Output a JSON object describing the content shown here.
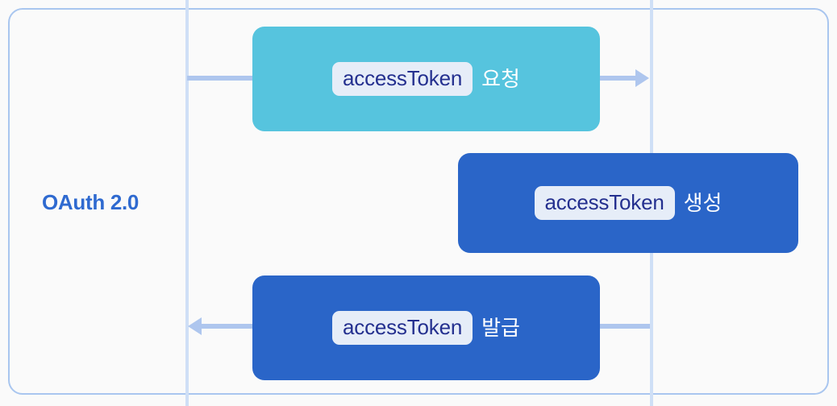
{
  "diagram": {
    "title": "OAuth 2.0",
    "frame": {
      "border_color": "#a9c6ef",
      "background": "#fafafa"
    },
    "lifelines": [
      {
        "name": "left-lifeline",
        "color": "#cfdff6"
      },
      {
        "name": "right-lifeline",
        "color": "#cfdff6"
      }
    ],
    "messages": [
      {
        "id": "request",
        "code": "accessToken",
        "label": "요청",
        "direction": "right",
        "color": "#56c4de"
      },
      {
        "id": "create",
        "code": "accessToken",
        "label": "생성",
        "direction": "self",
        "color": "#2a65c8"
      },
      {
        "id": "issue",
        "code": "accessToken",
        "label": "발급",
        "direction": "left",
        "color": "#2a65c8"
      }
    ],
    "colors": {
      "accent_cyan": "#56c4de",
      "accent_blue": "#2a65c8",
      "line": "#aec6ee",
      "lifeline": "#cfdff6",
      "pill_bg": "#e6edf8",
      "pill_text": "#24308f",
      "title_text": "#2f6ad0"
    }
  }
}
